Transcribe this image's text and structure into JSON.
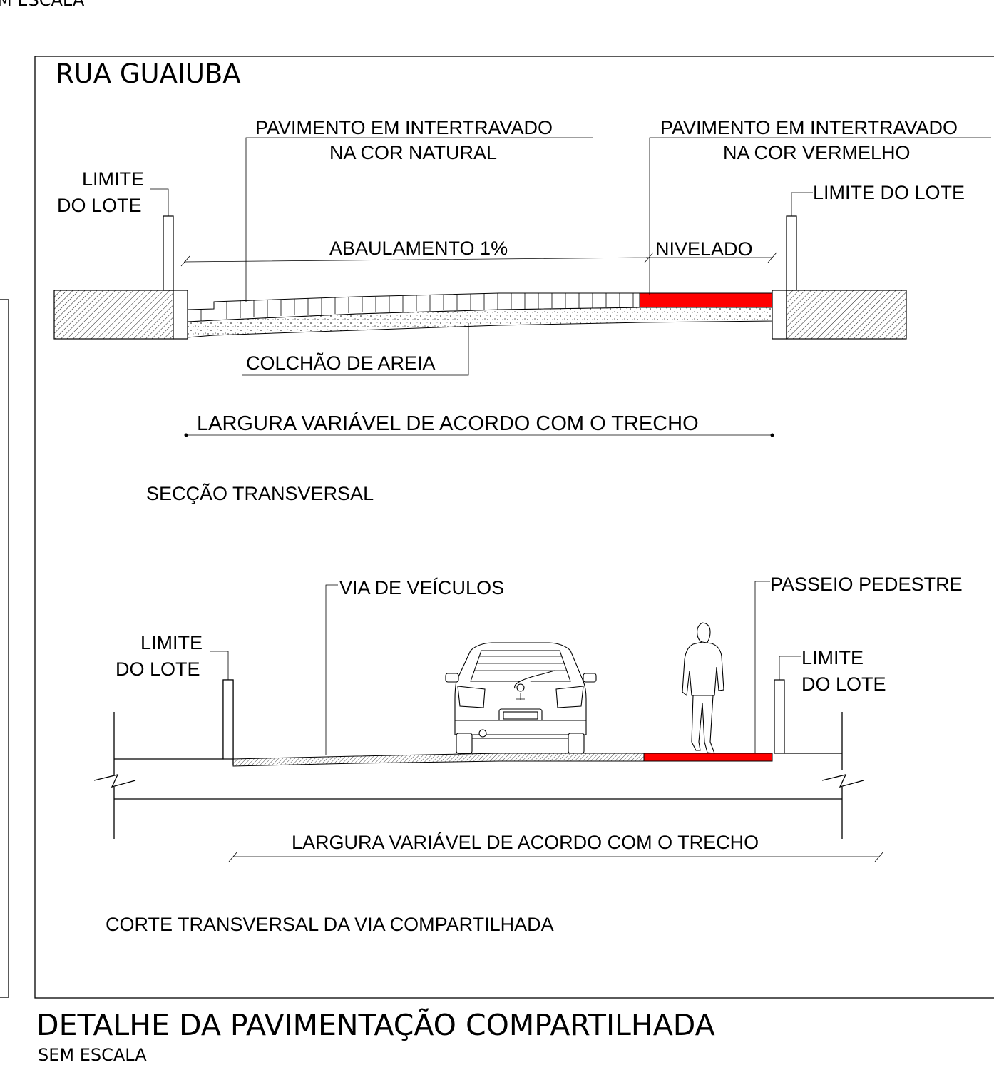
{
  "prev_sheet": {
    "caption": "M ESCALA"
  },
  "frame_title": "RUA GUAIUBA",
  "section_top": {
    "label_pav_natural_1": "PAVIMENTO EM INTERTRAVADO",
    "label_pav_natural_2": "NA COR NATURAL",
    "label_pav_red_1": "PAVIMENTO EM INTERTRAVADO",
    "label_pav_red_2": "NA COR VERMELHO",
    "limit_left_1": "LIMITE",
    "limit_left_2": "DO LOTE",
    "limit_right": "LIMITE DO LOTE",
    "slope": "ABAULAMENTO 1%",
    "level": "NIVELADO",
    "sand": "COLCHÃO DE AREIA",
    "width": "LARGURA VARIÁVEL DE ACORDO COM O TRECHO",
    "caption": "SECÇÃO TRANSVERSAL"
  },
  "section_bottom": {
    "vehicles": "VIA DE VEÍCULOS",
    "pedestrian": "PASSEIO PEDESTRE",
    "limit_left_1": "LIMITE",
    "limit_left_2": "DO LOTE",
    "limit_right_1": "LIMITE",
    "limit_right_2": "DO LOTE",
    "width": "LARGURA VARIÁVEL DE ACORDO COM O TRECHO",
    "caption": "CORTE TRANSVERSAL DA VIA COMPARTILHADA"
  },
  "detail_title": "DETALHE DA PAVIMENTAÇÃO COMPARTILHADA",
  "detail_scale": "SEM ESCALA",
  "colors": {
    "red_paving": "#ff0000",
    "line": "#000000",
    "background": "#ffffff"
  }
}
